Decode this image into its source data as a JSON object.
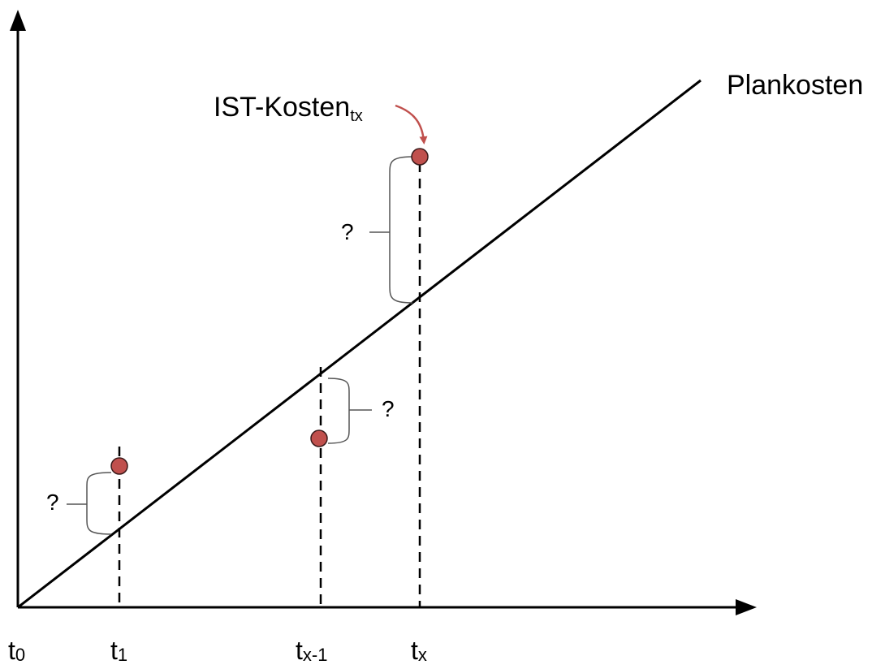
{
  "diagram": {
    "plan_line_label": "Plankosten",
    "actual_cost_label": "IST-Kosten",
    "actual_cost_subscript": "tx",
    "question_mark": "?",
    "x_ticks": [
      {
        "base": "t",
        "sub": "0"
      },
      {
        "base": "t",
        "sub": "1"
      },
      {
        "base": "t",
        "sub": "x-1"
      },
      {
        "base": "t",
        "sub": "x"
      }
    ],
    "colors": {
      "line": "#000000",
      "point_fill": "#c0504d",
      "point_stroke": "#3a1a1a",
      "arrow": "#c0504d",
      "brace": "#555555"
    }
  }
}
